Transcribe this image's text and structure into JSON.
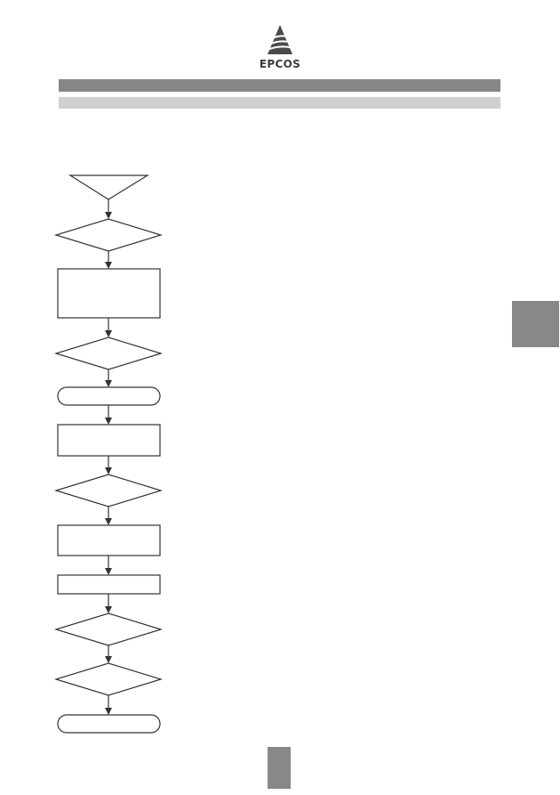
{
  "header": {
    "logo_text": "EPCOS",
    "logo_icon": "epcos-triangle-logo-icon"
  },
  "flowchart": {
    "nodes": [
      {
        "id": "start",
        "shape": "inverted-triangle",
        "label": ""
      },
      {
        "id": "decision-1",
        "shape": "diamond",
        "label": ""
      },
      {
        "id": "process-1",
        "shape": "rectangle",
        "label": ""
      },
      {
        "id": "decision-2",
        "shape": "diamond",
        "label": ""
      },
      {
        "id": "terminal-1",
        "shape": "rounded-terminal",
        "label": ""
      },
      {
        "id": "process-2",
        "shape": "rectangle",
        "label": ""
      },
      {
        "id": "decision-3",
        "shape": "diamond",
        "label": ""
      },
      {
        "id": "process-3",
        "shape": "rectangle",
        "label": ""
      },
      {
        "id": "process-4",
        "shape": "rectangle",
        "label": ""
      },
      {
        "id": "decision-4",
        "shape": "diamond",
        "label": ""
      },
      {
        "id": "decision-5",
        "shape": "diamond",
        "label": ""
      },
      {
        "id": "terminal-end",
        "shape": "rounded-terminal",
        "label": ""
      }
    ],
    "connectors": [
      {
        "from": "start",
        "to": "decision-1"
      },
      {
        "from": "decision-1",
        "to": "process-1"
      },
      {
        "from": "process-1",
        "to": "decision-2"
      },
      {
        "from": "decision-2",
        "to": "terminal-1"
      },
      {
        "from": "terminal-1",
        "to": "process-2"
      },
      {
        "from": "process-2",
        "to": "decision-3"
      },
      {
        "from": "decision-3",
        "to": "process-3"
      },
      {
        "from": "process-3",
        "to": "process-4"
      },
      {
        "from": "process-4",
        "to": "decision-4"
      },
      {
        "from": "decision-4",
        "to": "decision-5"
      },
      {
        "from": "decision-5",
        "to": "terminal-end"
      }
    ]
  },
  "colors": {
    "header_band_dark": "#868686",
    "header_band_light": "#d0d0d0",
    "tab_gray": "#888888",
    "line": "#333333"
  }
}
